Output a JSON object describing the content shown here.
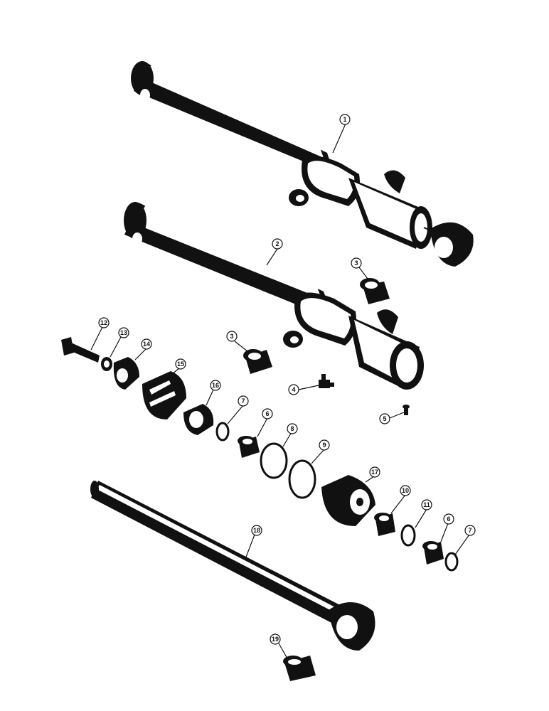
{
  "diagram": {
    "type": "exploded-parts-diagram",
    "callouts": [
      {
        "key": "c1",
        "label": "1"
      },
      {
        "key": "c2",
        "label": "2"
      },
      {
        "key": "c3a",
        "label": "3"
      },
      {
        "key": "c3b",
        "label": "3"
      },
      {
        "key": "c4",
        "label": "4"
      },
      {
        "key": "c5",
        "label": "5"
      },
      {
        "key": "c6a",
        "label": "6"
      },
      {
        "key": "c6b",
        "label": "6"
      },
      {
        "key": "c7a",
        "label": "7"
      },
      {
        "key": "c7b",
        "label": "7"
      },
      {
        "key": "c8",
        "label": "8"
      },
      {
        "key": "c9",
        "label": "9"
      },
      {
        "key": "c10",
        "label": "10"
      },
      {
        "key": "c11",
        "label": "11"
      },
      {
        "key": "c12",
        "label": "12"
      },
      {
        "key": "c13",
        "label": "13"
      },
      {
        "key": "c14",
        "label": "14"
      },
      {
        "key": "c15",
        "label": "15"
      },
      {
        "key": "c16",
        "label": "16"
      },
      {
        "key": "c17",
        "label": "17"
      },
      {
        "key": "c18",
        "label": "18"
      },
      {
        "key": "c19",
        "label": "19"
      }
    ]
  }
}
